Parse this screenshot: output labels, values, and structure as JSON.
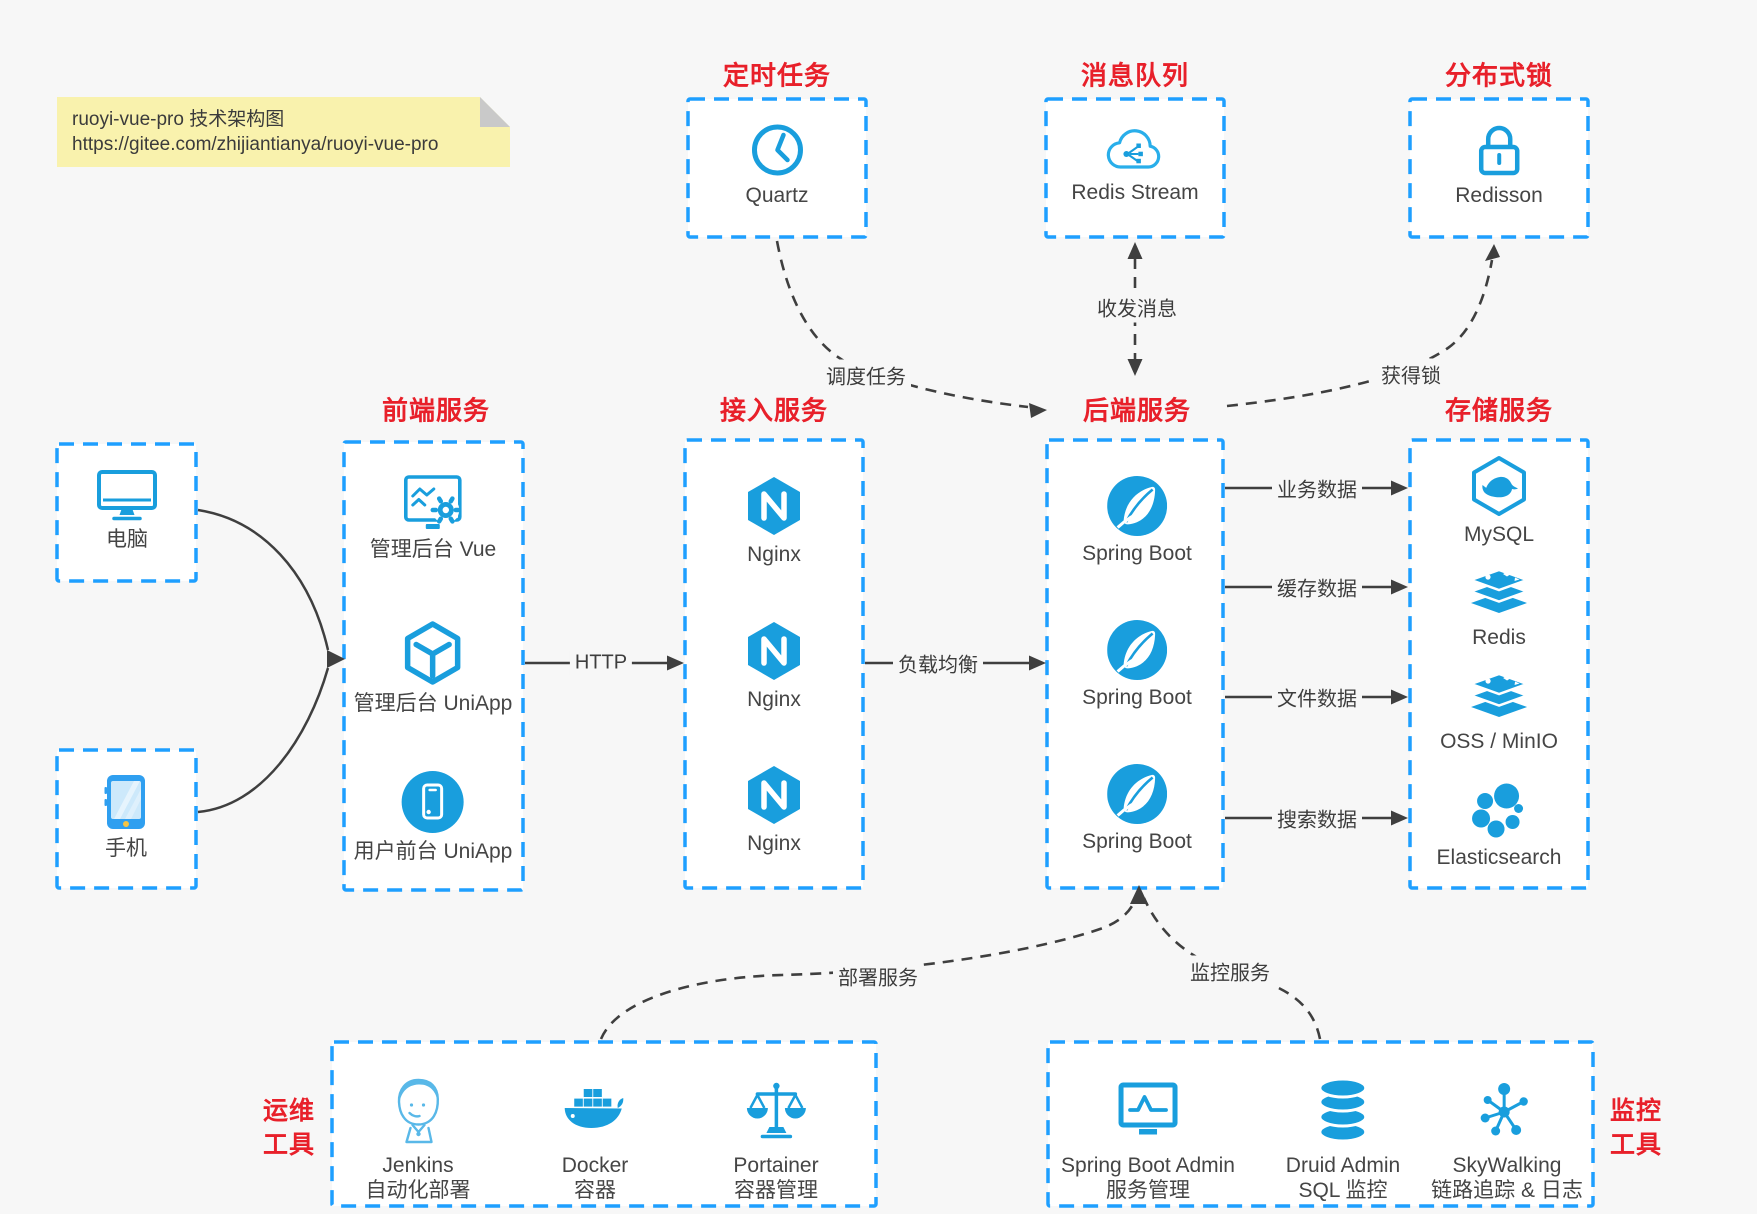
{
  "note": {
    "line1": "ruoyi-vue-pro 技术架构图",
    "line2": "https://gitee.com/zhijiantianya/ruoyi-vue-pro"
  },
  "colors": {
    "box_border_blue": "#1e9fff",
    "icon_blue": "#199edd",
    "title_red": "#e8202a",
    "arrow_gray": "#3f3f3f",
    "note_yellow": "#f9f2ad"
  },
  "top_groups": [
    {
      "title": "定时任务",
      "item": {
        "icon": "clock-icon",
        "label": "Quartz"
      }
    },
    {
      "title": "消息队列",
      "item": {
        "icon": "redis-stream-cloud-icon",
        "label": "Redis Stream"
      }
    },
    {
      "title": "分布式锁",
      "item": {
        "icon": "lock-icon",
        "label": "Redisson"
      }
    }
  ],
  "clients": [
    {
      "icon": "desktop-icon",
      "label": "电脑"
    },
    {
      "icon": "smartphone-icon",
      "label": "手机"
    }
  ],
  "main_groups": [
    {
      "title": "前端服务",
      "items": [
        {
          "icon": "admin-vue-icon",
          "label": "管理后台 Vue"
        },
        {
          "icon": "uniapp-cube-icon",
          "label": "管理后台 UniApp"
        },
        {
          "icon": "user-uniapp-icon",
          "label": "用户前台 UniApp"
        }
      ]
    },
    {
      "title": "接入服务",
      "items": [
        {
          "icon": "nginx-icon",
          "label": "Nginx"
        },
        {
          "icon": "nginx-icon",
          "label": "Nginx"
        },
        {
          "icon": "nginx-icon",
          "label": "Nginx"
        }
      ]
    },
    {
      "title": "后端服务",
      "items": [
        {
          "icon": "spring-boot-icon",
          "label": "Spring Boot"
        },
        {
          "icon": "spring-boot-icon",
          "label": "Spring Boot"
        },
        {
          "icon": "spring-boot-icon",
          "label": "Spring Boot"
        }
      ]
    },
    {
      "title": "存储服务",
      "items": [
        {
          "icon": "mysql-icon",
          "label": "MySQL"
        },
        {
          "icon": "redis-stack-icon",
          "label": "Redis"
        },
        {
          "icon": "oss-minio-icon",
          "label": "OSS / MinIO"
        },
        {
          "icon": "elasticsearch-icon",
          "label": "Elasticsearch"
        }
      ]
    }
  ],
  "bottom_groups": [
    {
      "side": [
        "运维",
        "工具"
      ],
      "items": [
        {
          "icon": "jenkins-icon",
          "label": "Jenkins",
          "sublabel": "自动化部署"
        },
        {
          "icon": "docker-icon",
          "label": "Docker",
          "sublabel": "容器"
        },
        {
          "icon": "portainer-icon",
          "label": "Portainer",
          "sublabel": "容器管理"
        }
      ]
    },
    {
      "side": [
        "监控",
        "工具"
      ],
      "items": [
        {
          "icon": "spring-boot-admin-icon",
          "label": "Spring Boot Admin",
          "sublabel": "服务管理"
        },
        {
          "icon": "druid-icon",
          "label": "Druid Admin",
          "sublabel": "SQL 监控"
        },
        {
          "icon": "skywalking-icon",
          "label": "SkyWalking",
          "sublabel": "链路追踪 & 日志"
        }
      ]
    }
  ],
  "edges": {
    "http": "HTTP",
    "load_balance": "负载均衡",
    "schedule": "调度任务",
    "message": "收发消息",
    "lock": "获得锁",
    "deploy": "部署服务",
    "monitor": "监控服务",
    "data_labels": [
      "业务数据",
      "缓存数据",
      "文件数据",
      "搜索数据"
    ]
  }
}
